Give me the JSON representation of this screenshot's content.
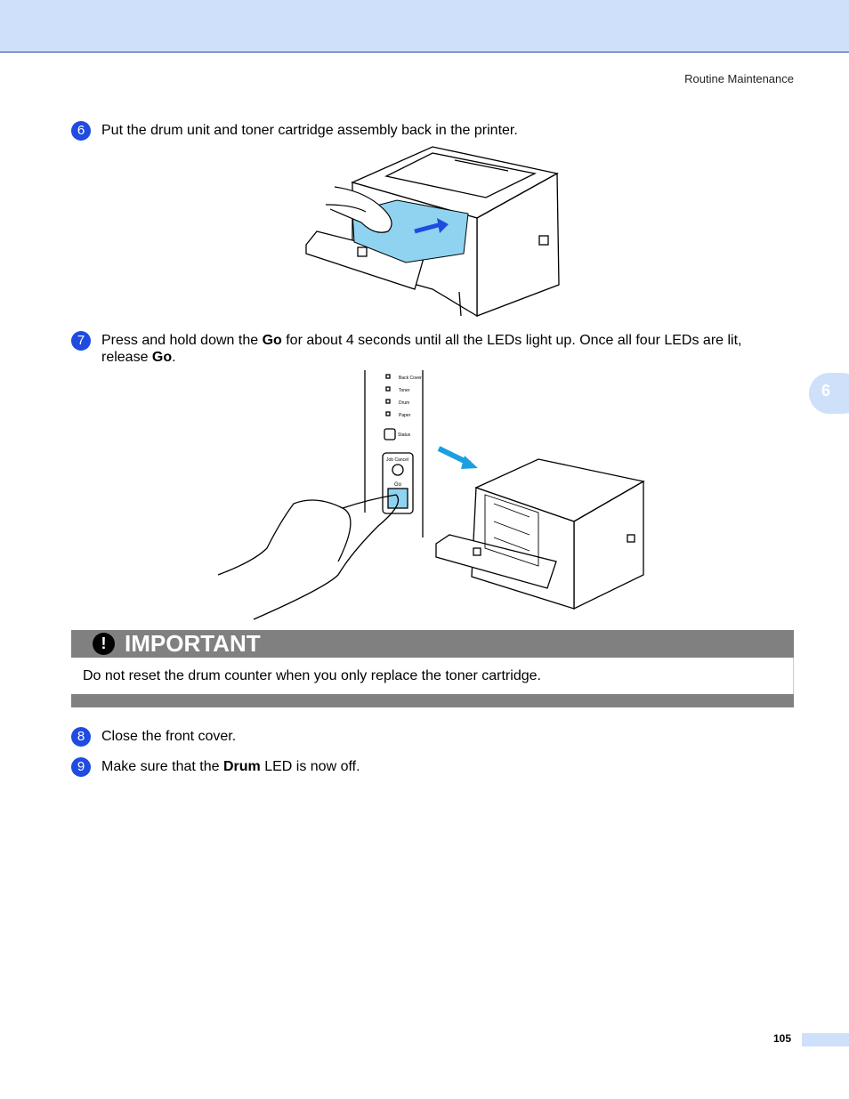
{
  "header": {
    "section": "Routine Maintenance"
  },
  "side_tab": {
    "label": "6"
  },
  "steps": [
    {
      "num": "6",
      "text": "Put the drum unit and toner cartridge assembly back in the printer."
    },
    {
      "num": "7",
      "text_1": "Press and hold down the ",
      "bold_1": "Go",
      "text_2": " for about 4 seconds until all the LEDs light up. Once all four LEDs are lit,",
      "text_3": "release ",
      "bold_2": "Go",
      "text_4": "."
    },
    {
      "num": "8",
      "text": "Close the front cover."
    },
    {
      "num": "9",
      "text_1": "Make sure that the ",
      "bold_1": "Drum",
      "text_2": " LED is now off."
    }
  ],
  "panel": {
    "leds": [
      "Back Cover",
      "Toner",
      "Drum",
      "Paper"
    ],
    "status": "Status",
    "job_cancel": "Job Cancel",
    "go": "Go"
  },
  "important": {
    "icon": "!",
    "title": "IMPORTANT",
    "text": "Do not reset the drum counter when you only replace the toner cartridge."
  },
  "footer": {
    "page_number": "105"
  },
  "colors": {
    "accent_blue": "#1f4be0",
    "header_band": "#cfe0fb",
    "important_gray": "#808080"
  }
}
